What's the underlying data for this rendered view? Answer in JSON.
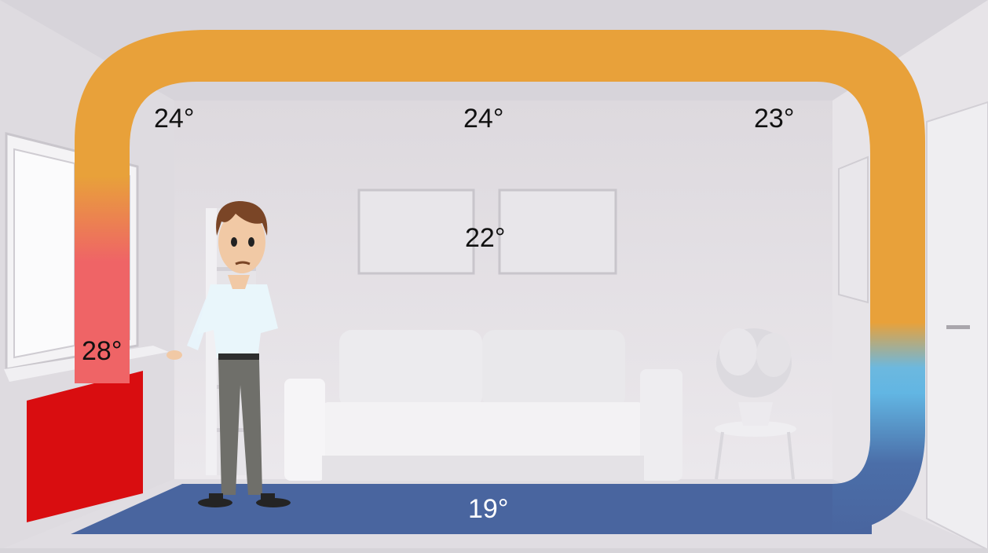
{
  "room_diagram": {
    "colors": {
      "warm_air": "#e8a13a",
      "hot_air": "#ef6466",
      "cool_air": "#62b6e3",
      "cold_air": "#49659f",
      "radiator": "#d90d10"
    },
    "temperature_labels": {
      "ceiling_left": "24°",
      "ceiling_center": "24°",
      "ceiling_right": "23°",
      "wall_center": "22°",
      "radiator": "28°",
      "floor": "19°"
    }
  }
}
